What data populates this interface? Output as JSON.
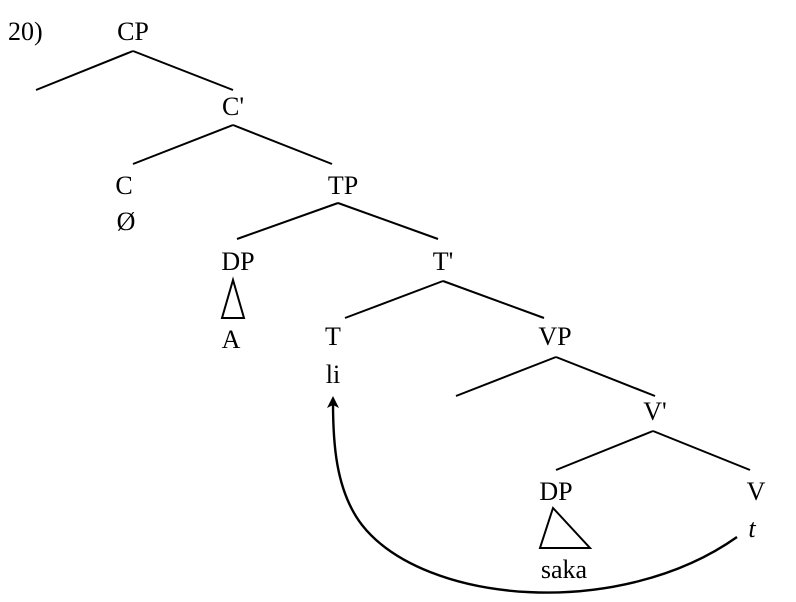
{
  "example_number": "20)",
  "nodes": {
    "cp": "CP",
    "c_bar": "C'",
    "c": "C",
    "c_null": "Ø",
    "tp": "TP",
    "dp_subject": "DP",
    "dp_subject_word": "A",
    "t_bar": "T'",
    "t": "T",
    "t_word": "li",
    "vp": "VP",
    "v_bar": "V'",
    "dp_object": "DP",
    "dp_object_word": "saka",
    "v": "V",
    "v_trace": "t"
  },
  "movement_arrow": {
    "from": "v_trace",
    "to": "t_word"
  }
}
